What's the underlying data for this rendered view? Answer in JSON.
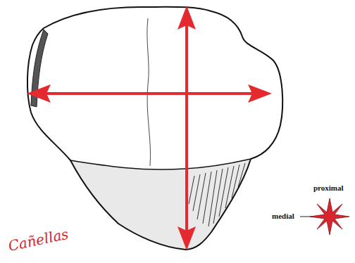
{
  "diagram": {
    "labels": [
      "proximal",
      "medial",
      "Cañellas"
    ]
  }
}
